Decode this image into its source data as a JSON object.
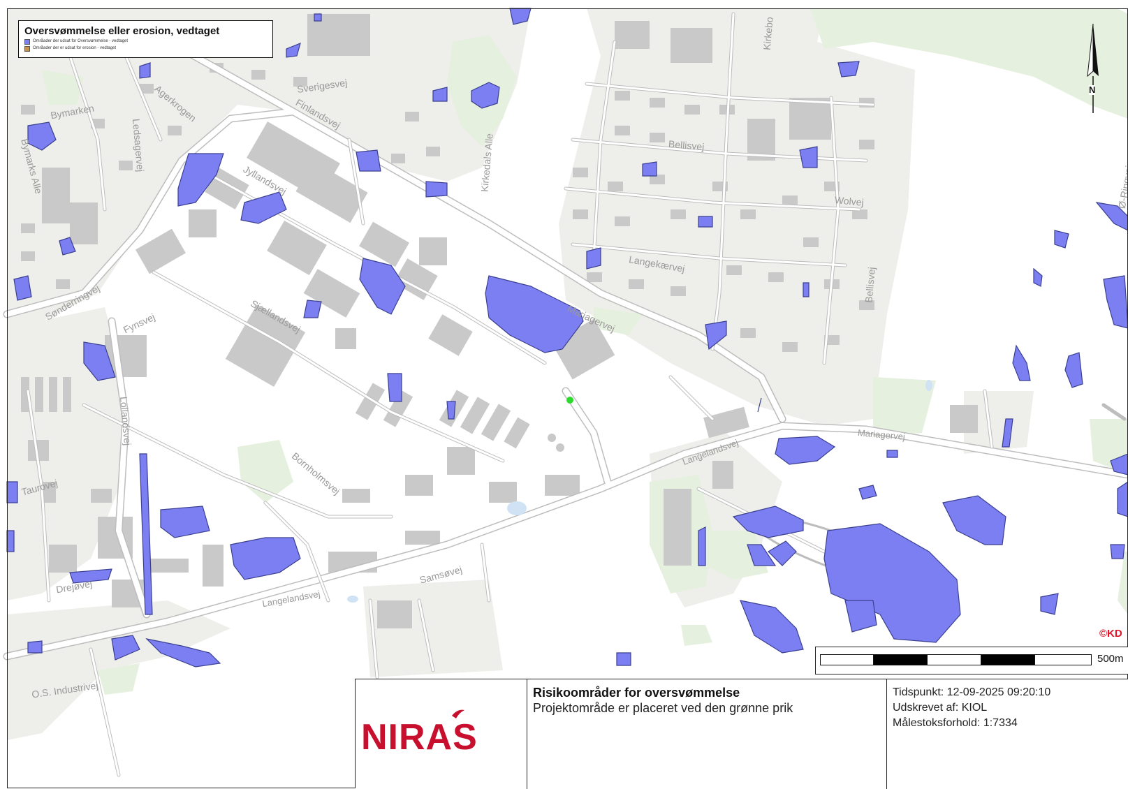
{
  "legend": {
    "title": "Oversvømmelse eller erosion, vedtaget",
    "items": [
      {
        "label": "Områader der udsat for Oversvømmelse - vedtaget",
        "color": "#7b7ff2"
      },
      {
        "label": "Områader der er udsat for erosion - vedtaget",
        "color": "#c8924a"
      }
    ]
  },
  "north_label": "N",
  "copyright": "©KD",
  "scale": {
    "label": "500m"
  },
  "colors": {
    "flood": "#7b7ff2",
    "flood_stroke": "#3a3f8f",
    "green": "#e6f0df",
    "building": "#c9c9c9",
    "urban": "#eeeeea",
    "road_outline": "#bdbdbd",
    "project_dot": "#2bdc2b",
    "brand_red": "#c8102e"
  },
  "street_labels": [
    "Sverigesvej",
    "Agerkrogen",
    "Bymarken",
    "Bymarks Alle",
    "Ledsagervej",
    "Finlandsvej",
    "Jyllandsvej",
    "Kirkedals Alle",
    "Bellisvej",
    "Kirkebo",
    "Wolvej",
    "Langekærvej",
    "Sønderringvej",
    "Fynsvej",
    "Sjællandsvej",
    "Mariagervej",
    "Bornholmsvej",
    "Langelandsvej",
    "Langelandsvej",
    "Mariagervej",
    "Lollandsvej",
    "Taurovej",
    "Drejøvej",
    "Samsøvej",
    "O.S. Industrivej",
    "Bellisvej",
    "Ø-Ringvej"
  ],
  "title_block": {
    "logo": "NIRAS",
    "title": "Risikoområder for oversvømmelse",
    "subtitle": "Projektområde er placeret ved den grønne prik",
    "timestamp": "Tidspunkt: 12-09-2025 09:20:10",
    "printed_by": "Udskrevet af: KIOL",
    "scale_ratio": "Målestoksforhold: 1:7334"
  }
}
